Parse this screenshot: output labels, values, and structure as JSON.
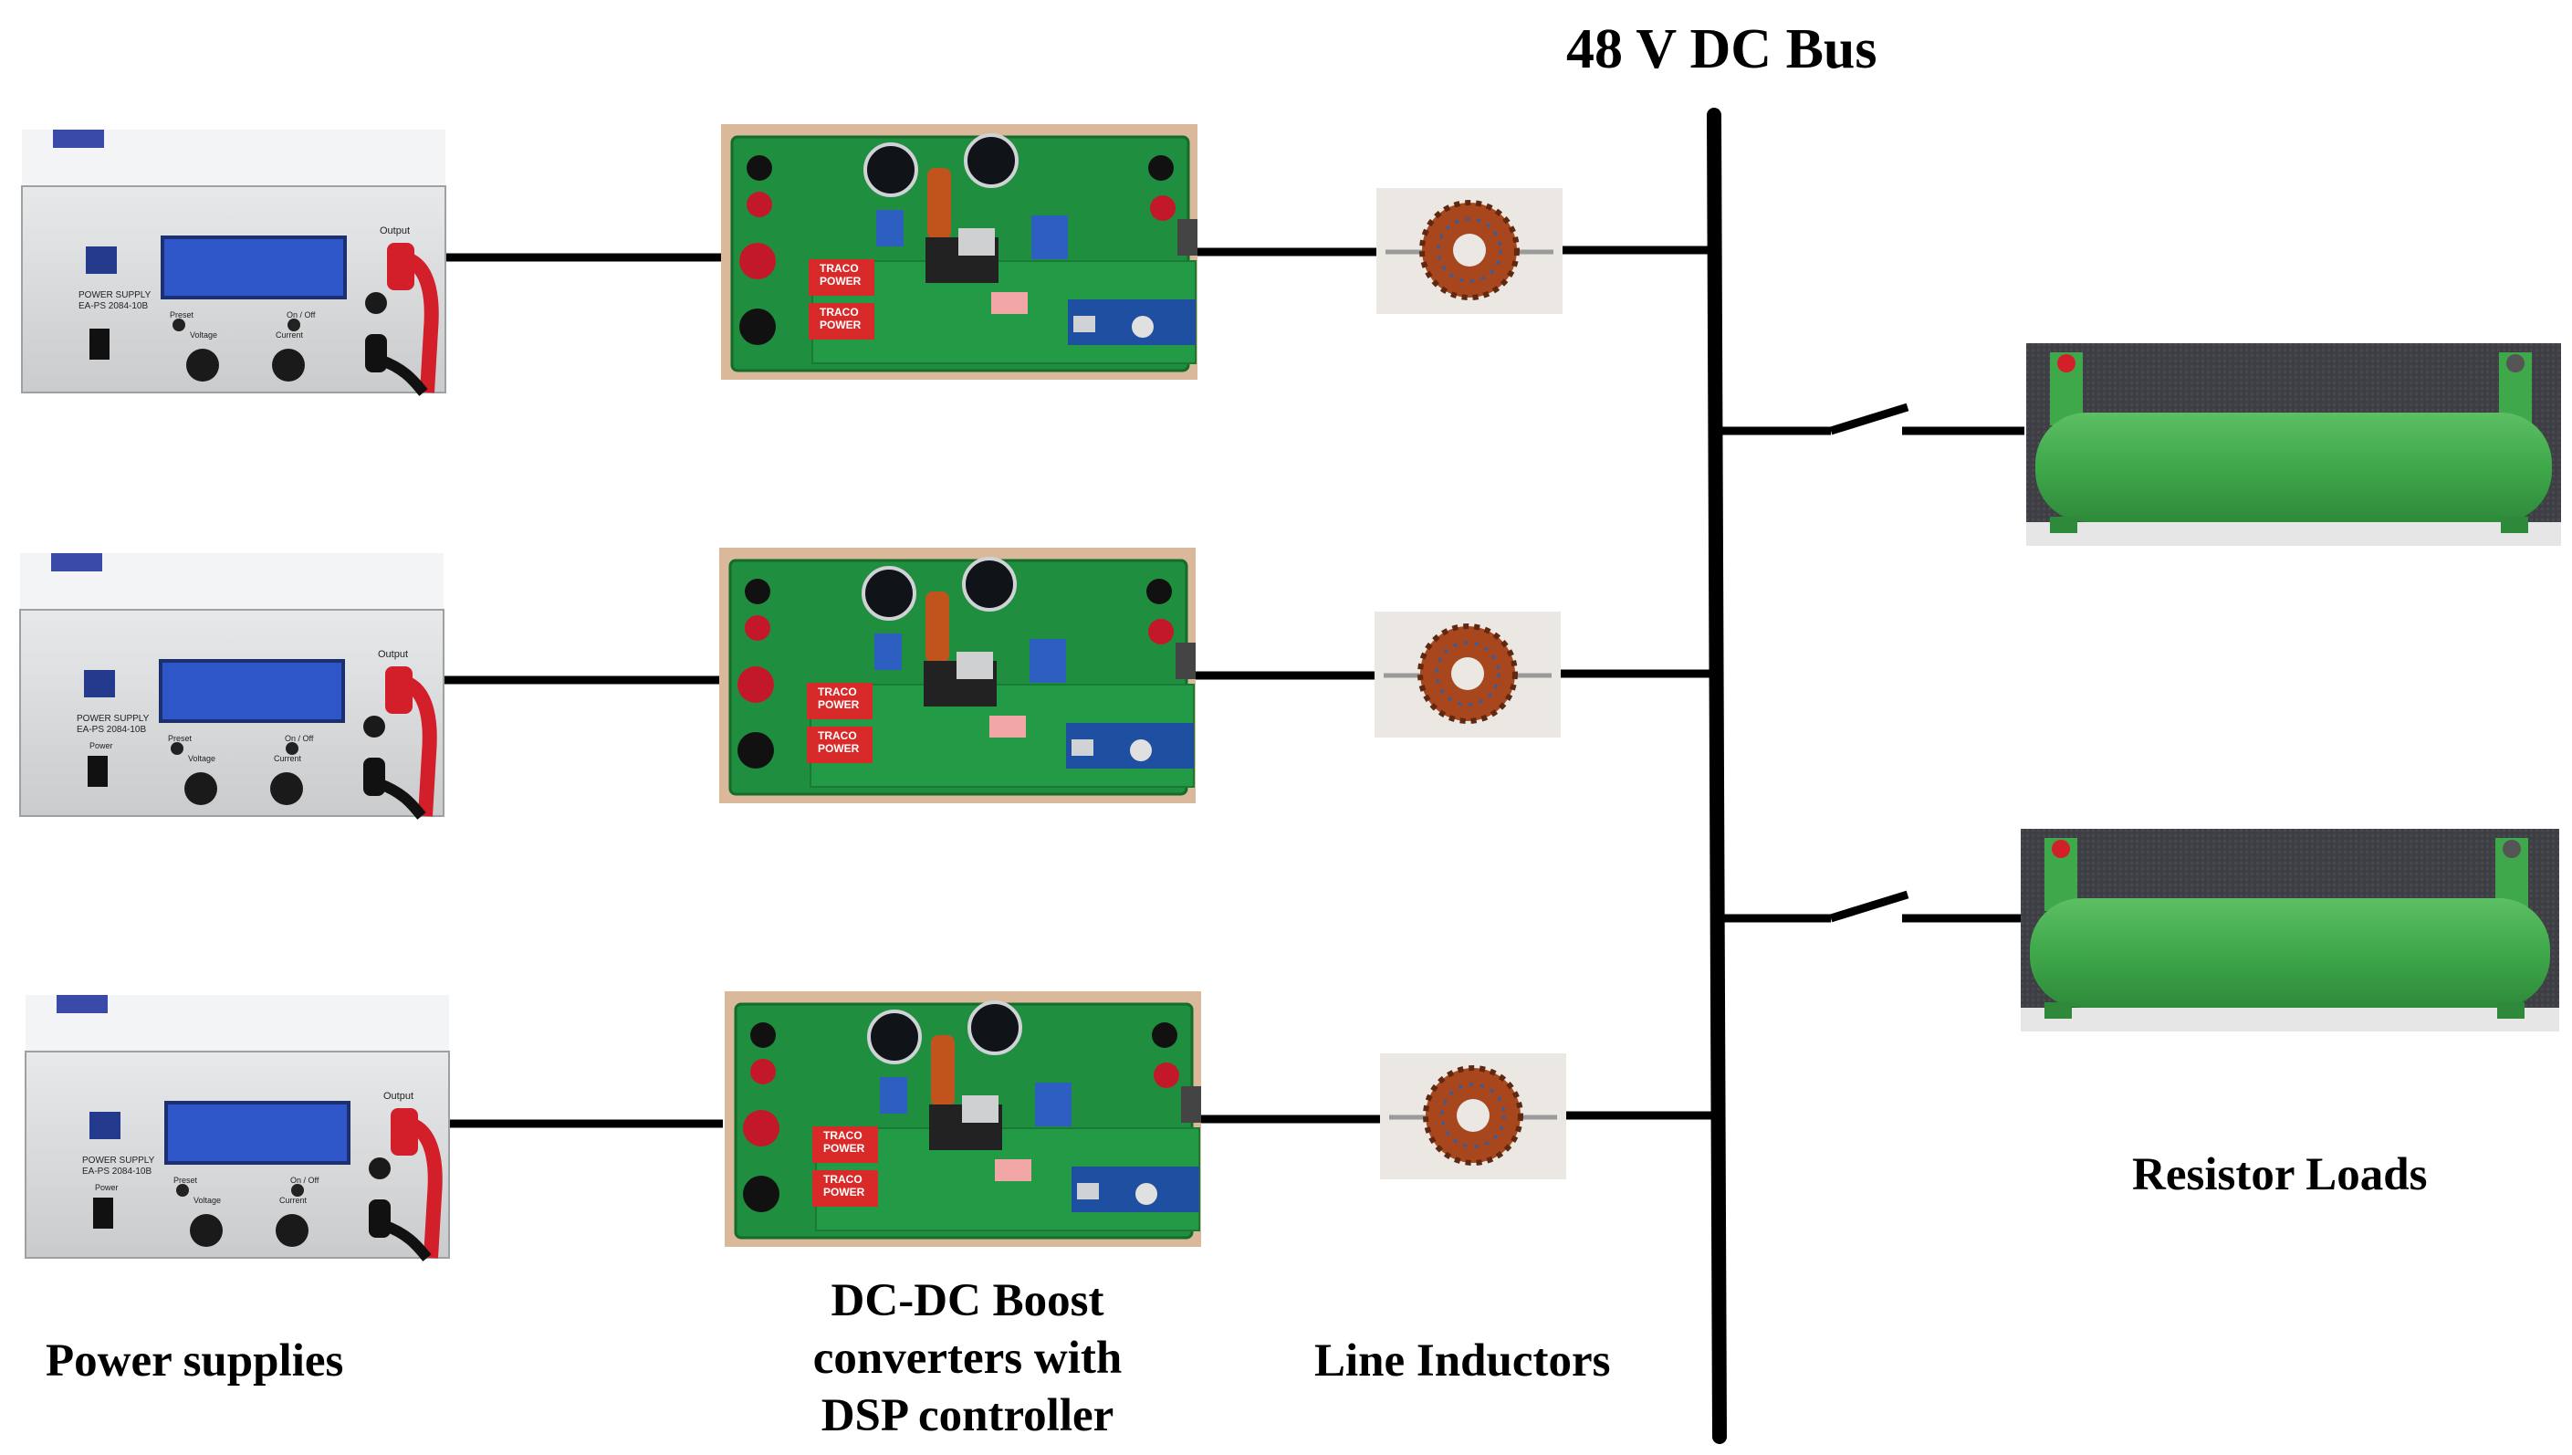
{
  "bus": {
    "label": "48 V DC Bus"
  },
  "labels": {
    "power_supplies": "Power supplies",
    "converters": [
      "DC-DC Boost",
      "converters with",
      "DSP controller"
    ],
    "inductors": "Line Inductors",
    "loads": "Resistor Loads"
  },
  "power_supply": {
    "panel_line1": "POWER SUPPLY",
    "panel_line2": "EA-PS 2084-10B",
    "output_label": "Output",
    "preset_label": "Preset",
    "onoff_label": "On / Off",
    "voltage_label": "Voltage",
    "current_label": "Current",
    "power_label": "Power"
  },
  "converter_board": {
    "module_brand": "TRACO",
    "module_sub": "POWER"
  },
  "colors": {
    "wire": "#000000",
    "pcb": "#1f8f3f",
    "resistor": "#3fa84a",
    "terminal_red": "#d21f2a",
    "toroid": "#a8461e"
  }
}
